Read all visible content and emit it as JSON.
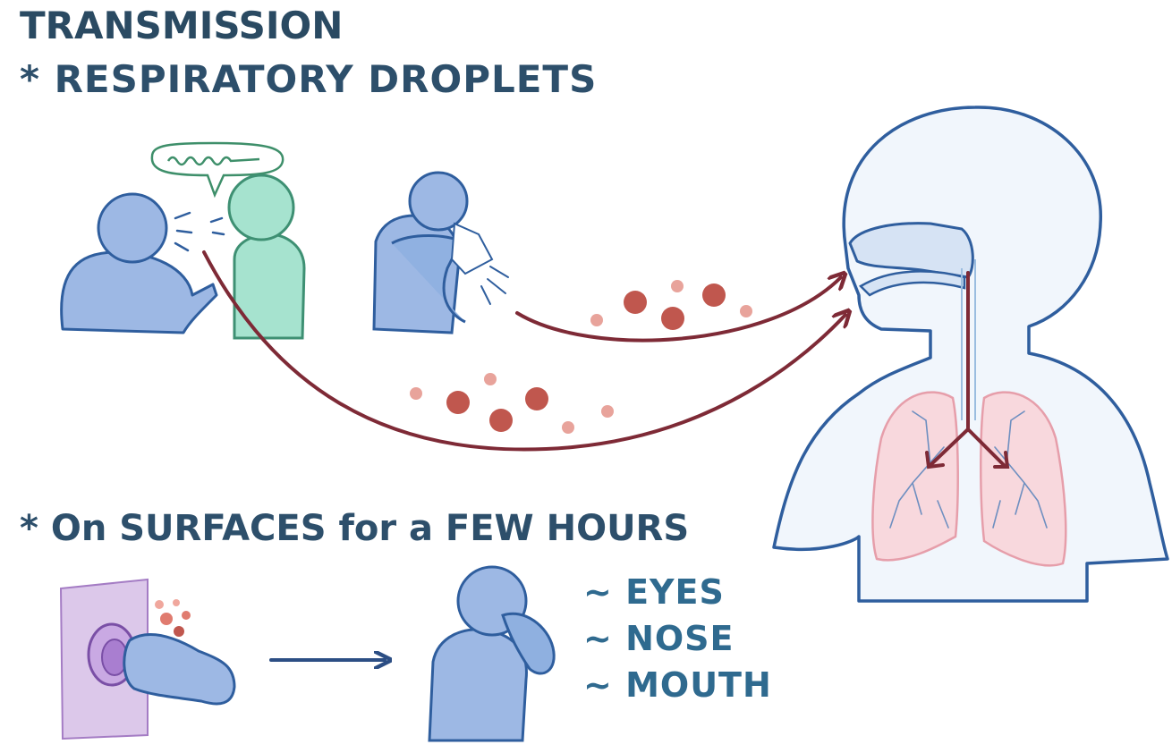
{
  "heading": "TRANSMISSION",
  "sections": {
    "droplets": {
      "bullet": "* RESPIRATORY DROPLETS"
    },
    "surfaces": {
      "bullet": "* On SURFACES for a FEW HOURS"
    }
  },
  "entry_points": [
    "~ EYES",
    "~ NOSE",
    "~ MOUTH"
  ],
  "colors": {
    "text": "#2d4f6b",
    "entry_text": "#2f6a8f",
    "person_blue": "#9db8e4",
    "person_outline": "#2f5e9e",
    "person_green": "#a6e3cf",
    "arrow": "#7e2a36",
    "virus": "#c0574e",
    "lungs": "#f6c9cf",
    "door": "#dcc8ea"
  }
}
